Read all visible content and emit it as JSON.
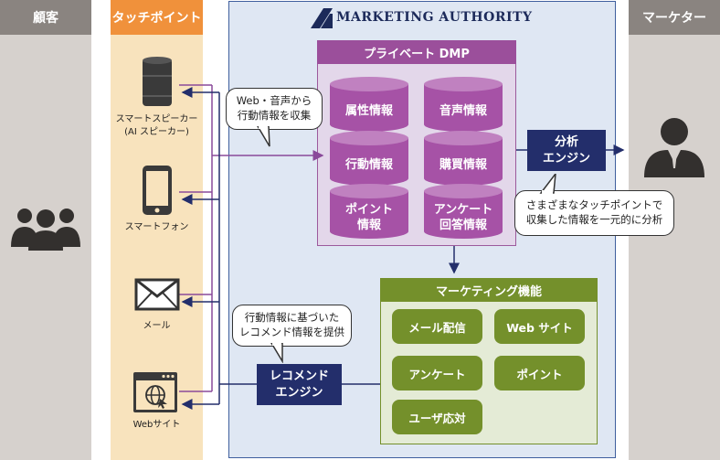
{
  "columns": {
    "customer": "顧客",
    "touchpoint": "タッチポイント",
    "marketer": "マーケター"
  },
  "logo": "MARKETING AUTHORITY",
  "touchpoints": {
    "smart_speaker": "スマートスピーカー\n(AI スピーカー)",
    "smartphone": "スマートフォン",
    "mail": "メール",
    "website": "Webサイト"
  },
  "dmp": {
    "title": "プライベート DMP",
    "items": [
      "属性情報",
      "音声情報",
      "行動情報",
      "購買情報",
      "ポイント\n情報",
      "アンケート\n回答情報"
    ]
  },
  "analysis_engine": "分析\nエンジン",
  "marketing": {
    "title": "マーケティング機能",
    "items": [
      "メール配信",
      "Web サイト",
      "アンケート",
      "ポイント",
      "ユーザ応対"
    ]
  },
  "recommend_engine": "レコメンド\nエンジン",
  "bubbles": {
    "collect": "Web・音声から\n行動情報を収集",
    "analyze": "さまざまなタッチポイントで\n収集した情報を一元的に分析",
    "recommend": "行動情報に基づいた\nレコメンド情報を提供"
  }
}
